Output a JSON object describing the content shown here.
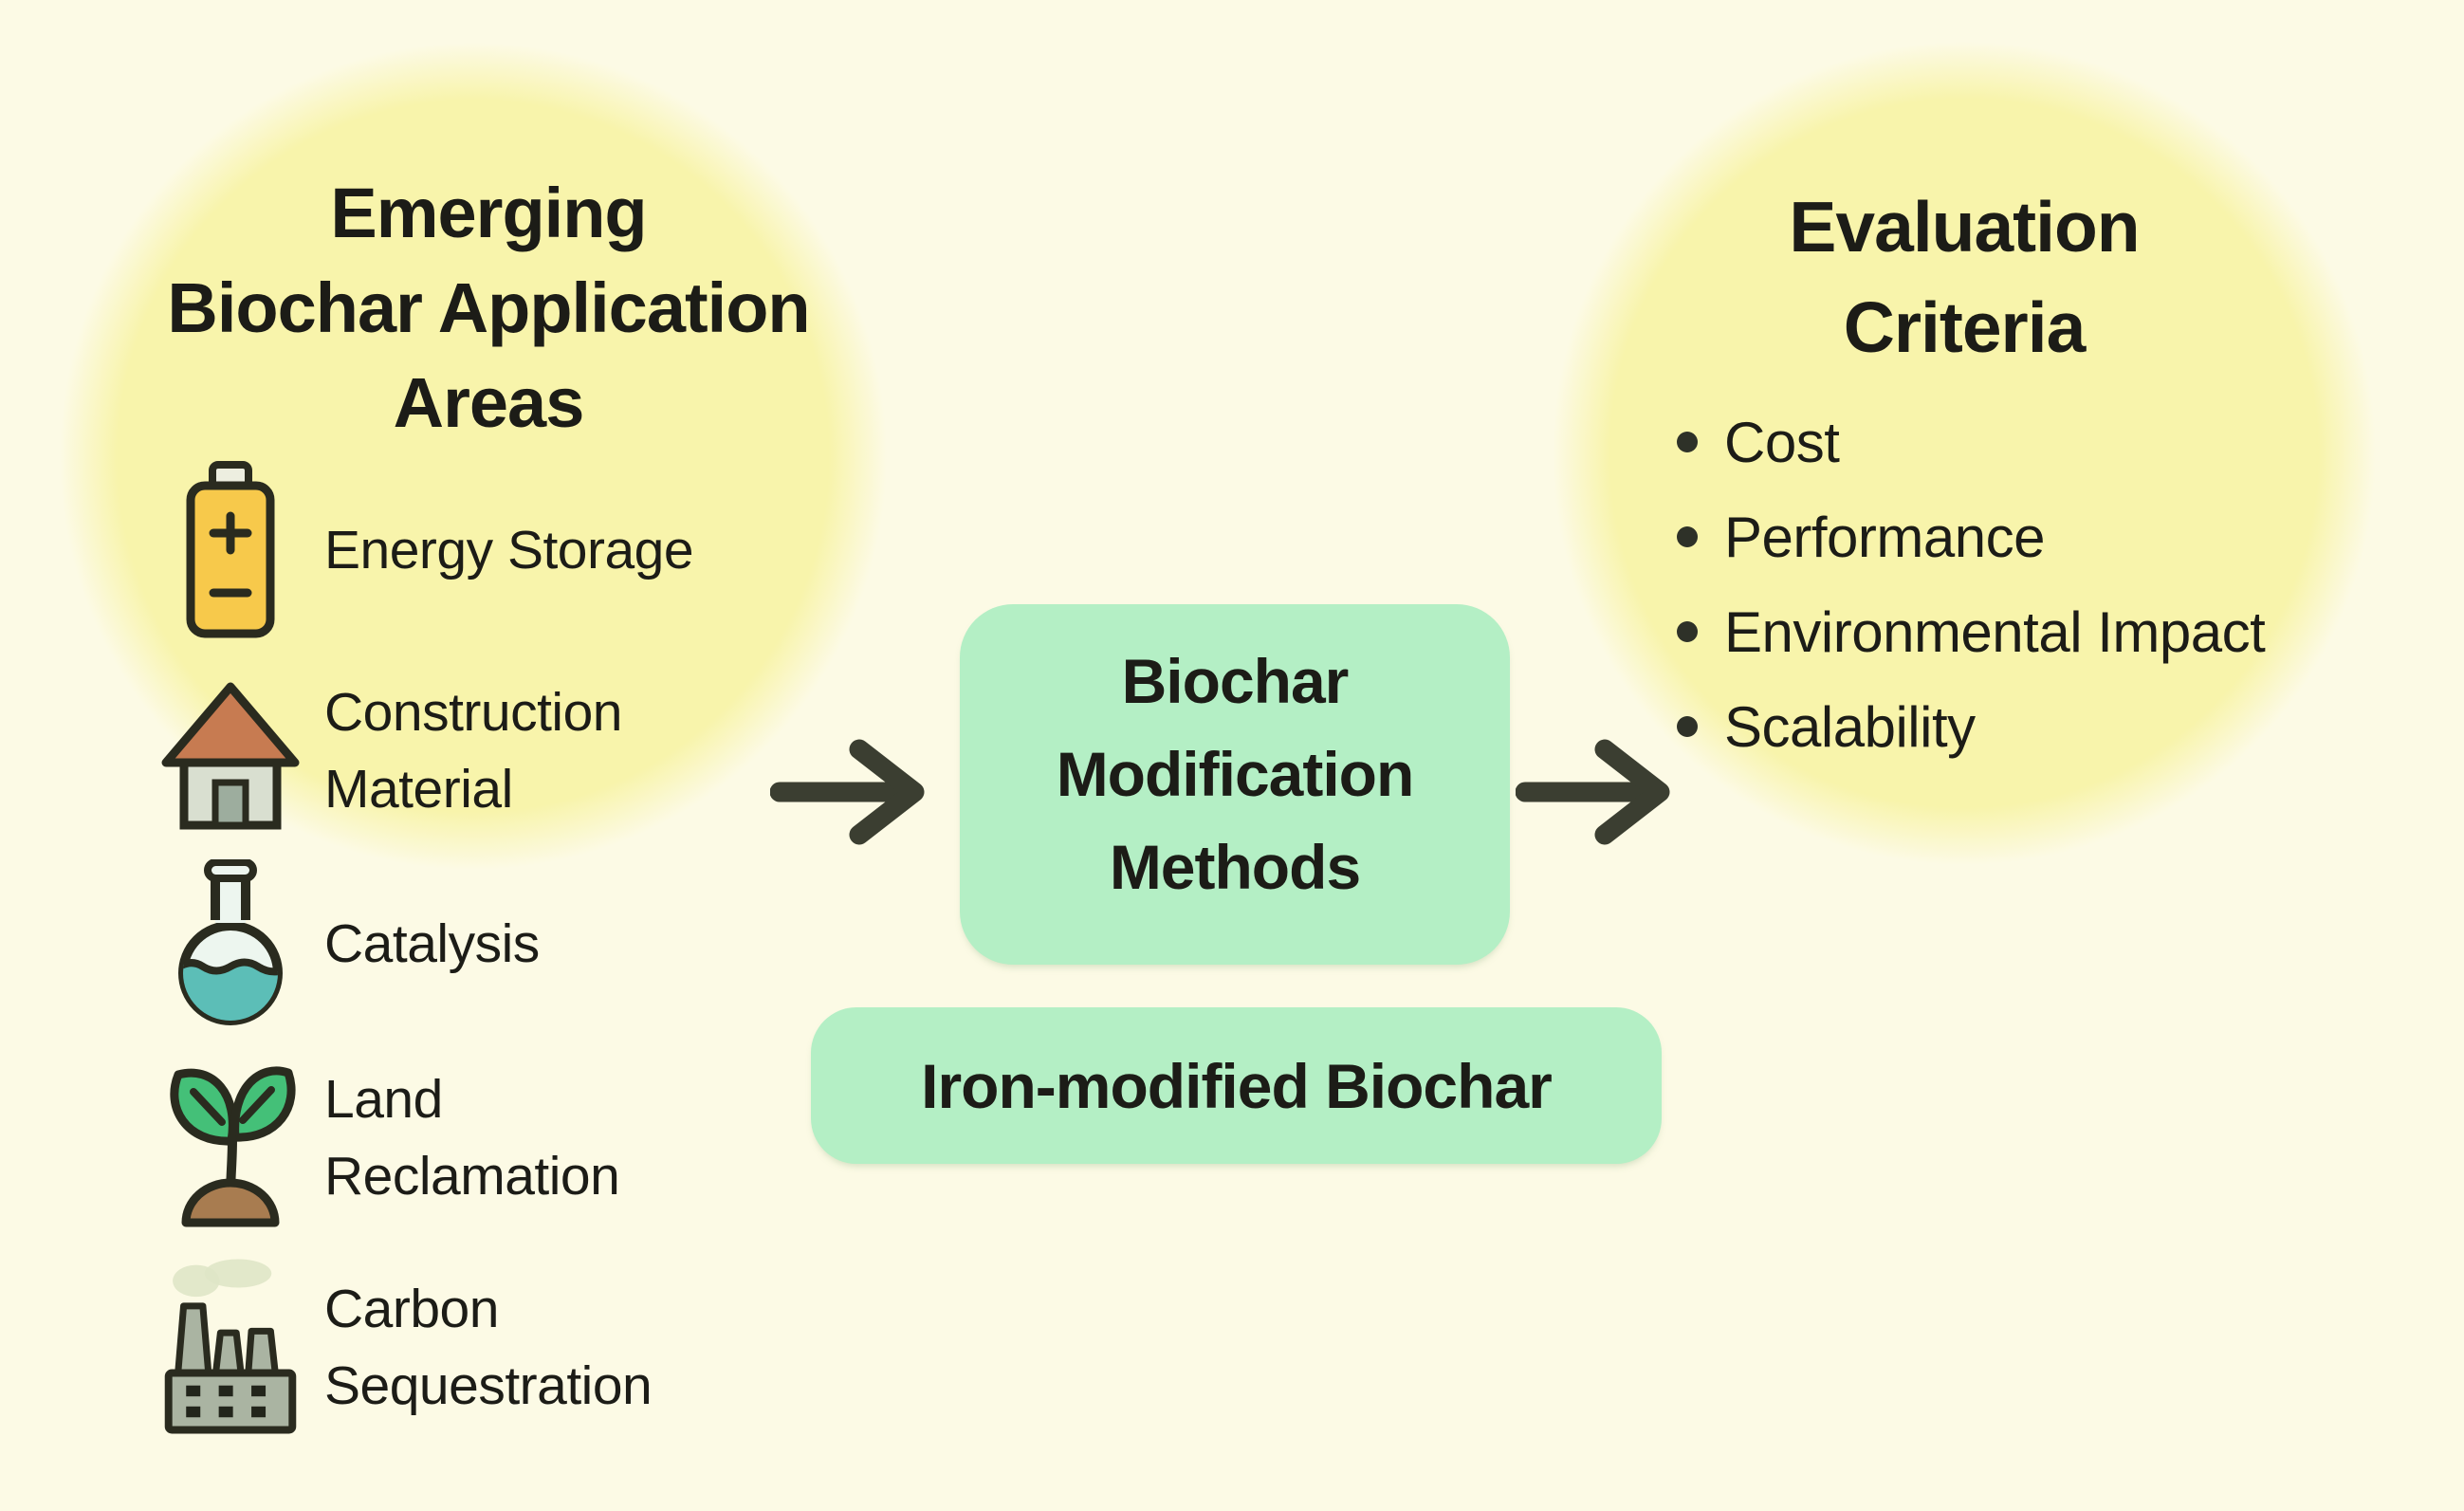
{
  "left_circle": {
    "title": "Emerging Biochar Application Areas",
    "title_lines": [
      "Emerging",
      "Biochar Application",
      "Areas"
    ],
    "items": [
      {
        "icon": "battery-icon",
        "label": "Energy Storage",
        "lines": [
          "Energy Storage"
        ]
      },
      {
        "icon": "house-icon",
        "label": "Construction Material",
        "lines": [
          "Construction",
          "Material"
        ]
      },
      {
        "icon": "flask-icon",
        "label": "Catalysis",
        "lines": [
          "Catalysis"
        ]
      },
      {
        "icon": "seedling-icon",
        "label": "Land Reclamation",
        "lines": [
          "Land",
          "Reclamation"
        ]
      },
      {
        "icon": "factory-icon",
        "label": "Carbon Sequestration",
        "lines": [
          "Carbon",
          "Sequestration"
        ]
      }
    ]
  },
  "flow": {
    "modification_box_label": "Biochar Modification Methods",
    "modification_box_lines": [
      "Biochar",
      "Modification",
      "Methods"
    ],
    "result_box_label": "Iron-modified Biochar"
  },
  "right_circle": {
    "title": "Evaluation Criteria",
    "title_lines": [
      "Evaluation",
      "Criteria"
    ],
    "bullets": [
      "Cost",
      "Performance",
      "Environmental Impact",
      "Scalability"
    ]
  },
  "colors": {
    "bg": "#FCFAE5",
    "circle": "#F8F4AB",
    "box": "#B4EFC5",
    "ink": "#1C1C17",
    "arrow": "#3B3E31",
    "bullet": "#2E3128",
    "stroke": "#2A2B1F",
    "battery": "#F7C94B",
    "battery-cap": "#EDEEE0",
    "roof": "#C77B51",
    "house-body": "#D9DFD0",
    "door": "#9DAD9E",
    "flask-top": "#EDF6EF",
    "liquid": "#5CBEB7",
    "leaf": "#44C078",
    "soil": "#A87C50",
    "factory-body": "#AAB4A2",
    "window": "#22251B",
    "smoke": "#DFE5C7"
  }
}
